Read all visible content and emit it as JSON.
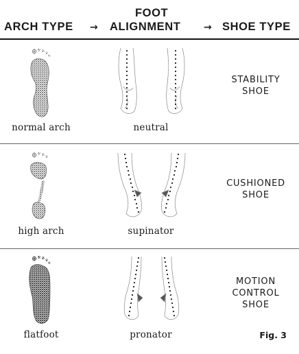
{
  "header": {
    "arch_type": "ARCH TYPE",
    "foot_alignment_line1": "FOOT",
    "foot_alignment_line2": "ALIGNMENT",
    "shoe_type": "SHOE TYPE",
    "arrow": "→"
  },
  "rows": [
    {
      "arch": "normal arch",
      "alignment": "neutral",
      "shoe_lines": [
        "STABILITY",
        "SHOE"
      ]
    },
    {
      "arch": "high arch",
      "alignment": "supinator",
      "shoe_lines": [
        "CUSHIONED",
        "SHOE"
      ]
    },
    {
      "arch": "flatfoot",
      "alignment": "pronator",
      "shoe_lines": [
        "MOTION",
        "CONTROL",
        "SHOE"
      ]
    }
  ],
  "figure_label": "Fig. 3"
}
